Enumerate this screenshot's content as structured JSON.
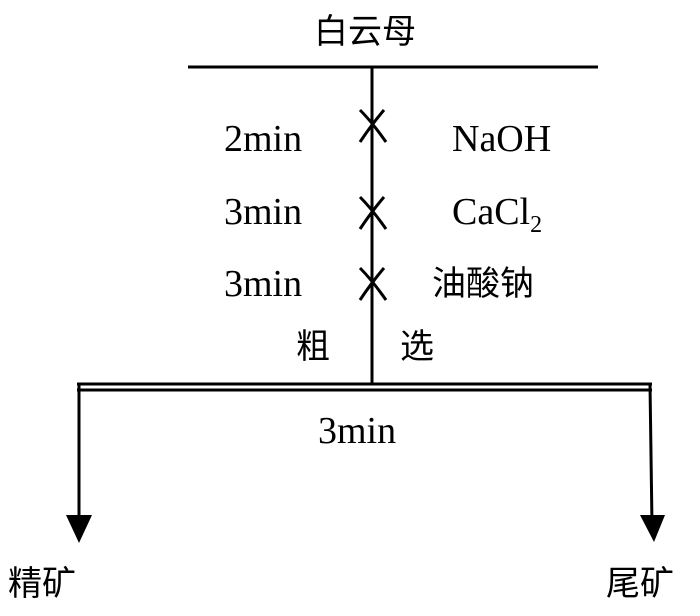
{
  "title": "白云母",
  "steps": [
    {
      "time": "2min",
      "reagent": "NaOH"
    },
    {
      "time": "3min",
      "reagent_main": "CaCl",
      "reagent_sub": "2"
    },
    {
      "time": "3min",
      "reagent": "油酸钠"
    }
  ],
  "stage_label_left": "粗",
  "stage_label_right": "选",
  "stage_time": "3min",
  "output_left": "精矿",
  "output_right": "尾矿"
}
